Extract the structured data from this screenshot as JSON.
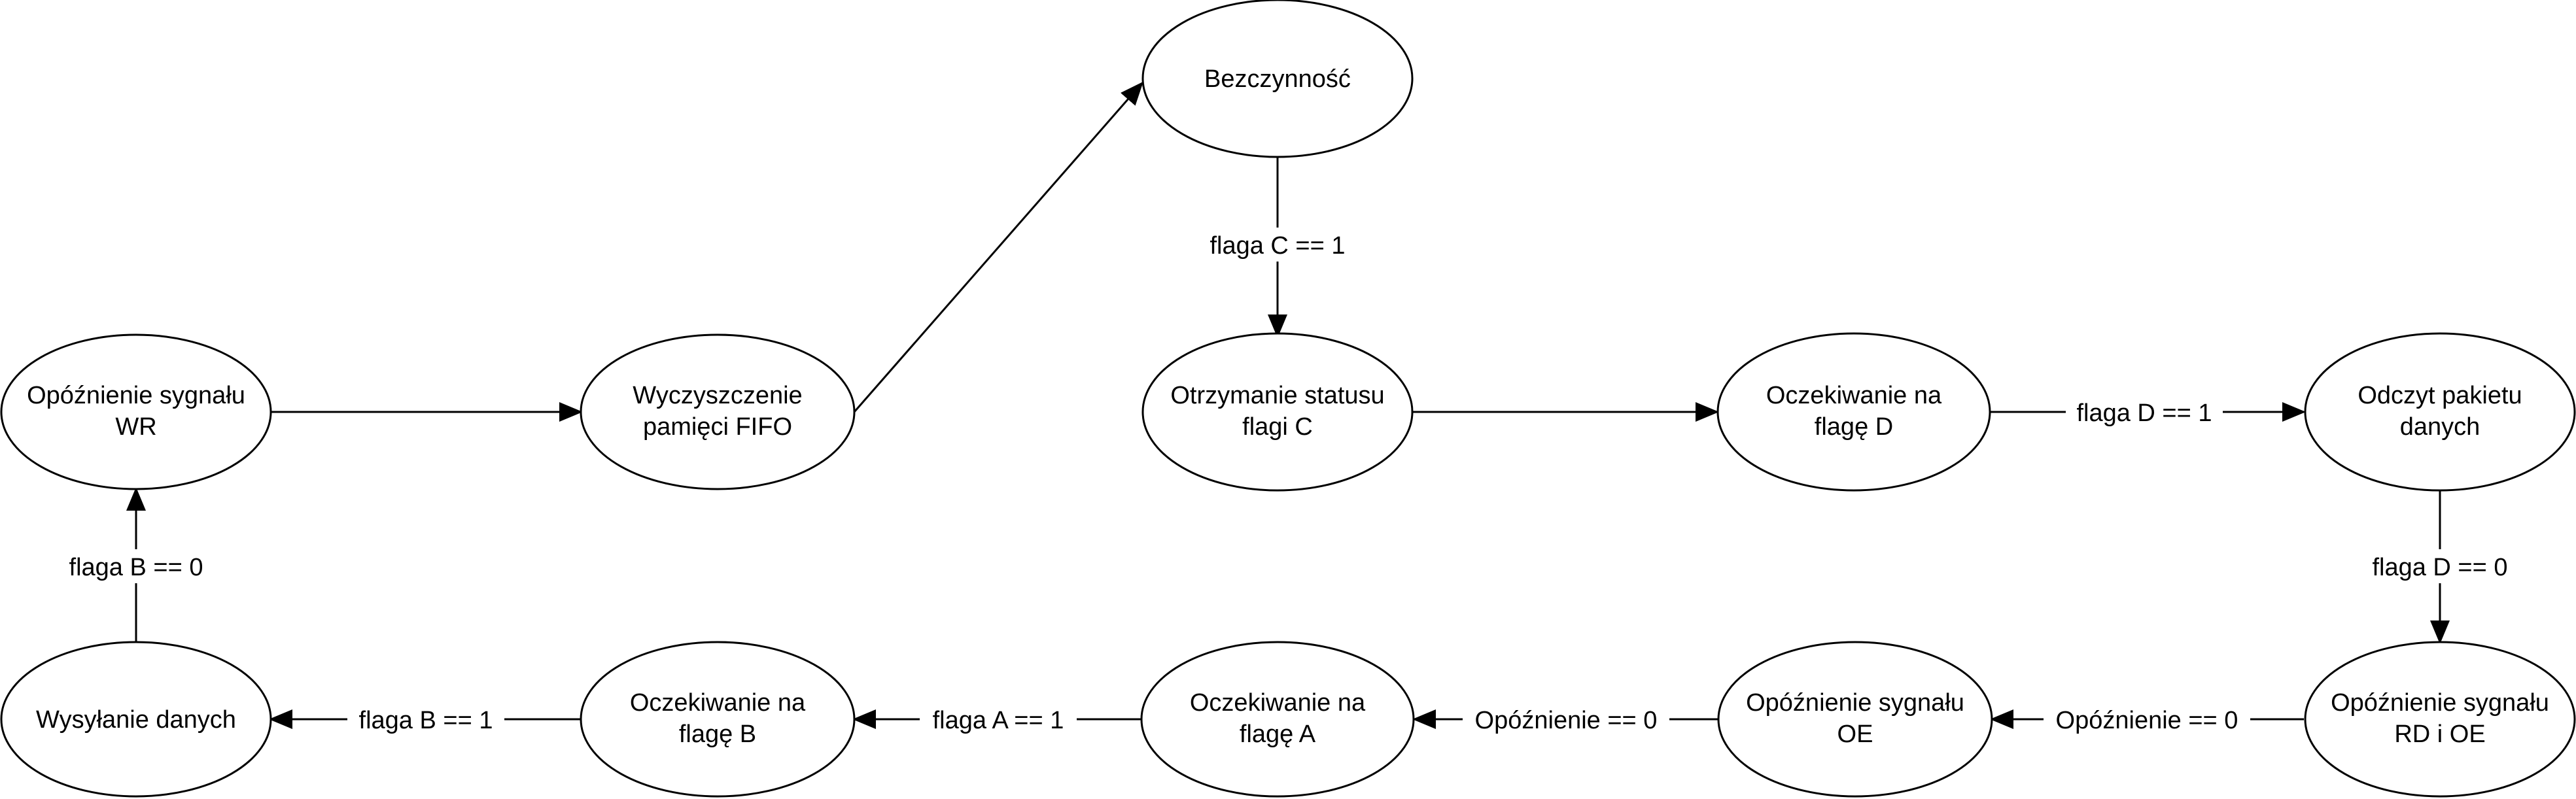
{
  "diagram": {
    "states": {
      "idle": "Bezczynność",
      "get_status_c": [
        "Otrzymanie statusu",
        "flagi C"
      ],
      "wait_d": [
        "Oczekiwanie na",
        "flagę D"
      ],
      "read_packet": [
        "Odczyt pakietu",
        "danych"
      ],
      "delay_rd_oe": [
        "Opóźnienie sygnału",
        "RD i OE"
      ],
      "delay_oe": [
        "Opóźnienie sygnału",
        "OE"
      ],
      "wait_a": [
        "Oczekiwanie na",
        "flagę A"
      ],
      "wait_b": [
        "Oczekiwanie na",
        "flagę B"
      ],
      "send_data": "Wysyłanie danych",
      "delay_wr": [
        "Opóźnienie sygnału",
        "WR"
      ],
      "clear_fifo": [
        "Wyczyszczenie",
        "pamięci FIFO"
      ]
    },
    "transitions": {
      "idle_to_status": "flaga C == 1",
      "wait_d_to_read": "flaga D == 1",
      "read_to_delay_rd": "flaga D == 0",
      "delay_rd_to_delay_oe": "Opóźnienie == 0",
      "delay_oe_to_wait_a": "Opóźnienie == 0",
      "wait_a_to_wait_b": "flaga A == 1",
      "wait_b_to_send": "flaga B == 1",
      "send_to_delay_wr": "flaga B == 0"
    }
  }
}
